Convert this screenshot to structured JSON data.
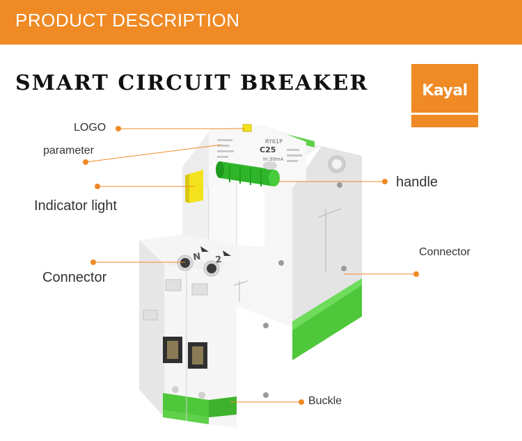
{
  "banner": {
    "title": "PRODUCT DESCRIPTION"
  },
  "heading": {
    "title": "SMART CIRCUIT BREAKER"
  },
  "brand": {
    "logo_text": "Kayal"
  },
  "device": {
    "model": "RY61P",
    "rating": "C25",
    "residual": "In:30mA",
    "terminals": [
      "N",
      "2"
    ]
  },
  "callouts": {
    "logo": "LOGO",
    "parameter": "parameter",
    "indicator": "Indicator light",
    "connector_left": "Connector",
    "handle": "handle",
    "connector_right": "Connector",
    "buckle": "Buckle"
  },
  "colors": {
    "accent": "#ef8a25",
    "din_green": "#4ec83a",
    "handle_green": "#2fb52a",
    "indicator_yellow": "#f4e31c"
  }
}
